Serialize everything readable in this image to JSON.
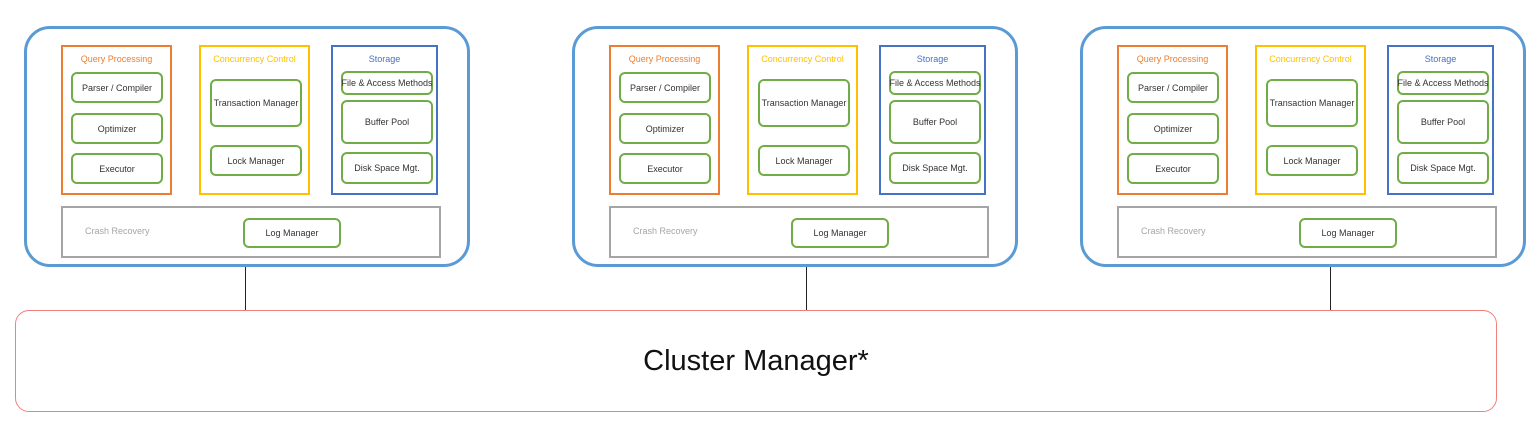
{
  "nodes": [
    {
      "query_processing": {
        "title": "Query Processing",
        "parser": "Parser / Compiler",
        "optimizer": "Optimizer",
        "executor": "Executor"
      },
      "concurrency_control": {
        "title": "Concurrency Control",
        "transaction_manager": "Transaction Manager",
        "lock_manager": "Lock Manager"
      },
      "storage": {
        "title": "Storage",
        "file_access": "File & Access Methods",
        "buffer_pool": "Buffer Pool",
        "disk_space": "Disk Space Mgt."
      },
      "crash_recovery": {
        "title": "Crash Recovery",
        "log_manager": "Log Manager"
      }
    },
    {
      "query_processing": {
        "title": "Query Processing",
        "parser": "Parser / Compiler",
        "optimizer": "Optimizer",
        "executor": "Executor"
      },
      "concurrency_control": {
        "title": "Concurrency Control",
        "transaction_manager": "Transaction Manager",
        "lock_manager": "Lock Manager"
      },
      "storage": {
        "title": "Storage",
        "file_access": "File & Access Methods",
        "buffer_pool": "Buffer Pool",
        "disk_space": "Disk Space Mgt."
      },
      "crash_recovery": {
        "title": "Crash Recovery",
        "log_manager": "Log Manager"
      }
    },
    {
      "query_processing": {
        "title": "Query Processing",
        "parser": "Parser / Compiler",
        "optimizer": "Optimizer",
        "executor": "Executor"
      },
      "concurrency_control": {
        "title": "Concurrency Control",
        "transaction_manager": "Transaction Manager",
        "lock_manager": "Lock Manager"
      },
      "storage": {
        "title": "Storage",
        "file_access": "File & Access Methods",
        "buffer_pool": "Buffer Pool",
        "disk_space": "Disk Space Mgt."
      },
      "crash_recovery": {
        "title": "Crash Recovery",
        "log_manager": "Log Manager"
      }
    }
  ],
  "cluster_manager": {
    "label": "Cluster Manager*"
  },
  "colors": {
    "node_border": "#5b9bd5",
    "query_processing": "#ed7d31",
    "concurrency_control": "#ffc000",
    "storage": "#4472c4",
    "component": "#70ad47",
    "crash_recovery": "#a5a5a5",
    "cluster_border": "#f08080"
  }
}
